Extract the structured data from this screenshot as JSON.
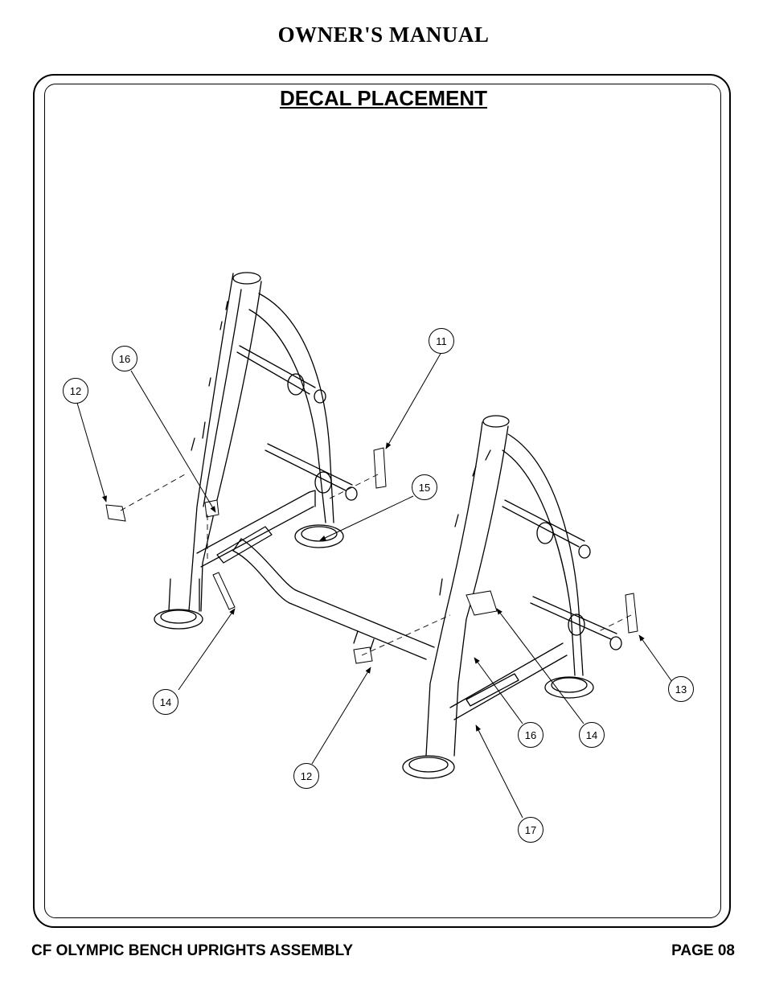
{
  "header": {
    "title": "OWNER'S MANUAL"
  },
  "section": {
    "title": "DECAL PLACEMENT"
  },
  "diagram": {
    "callouts": [
      "11",
      "12",
      "12",
      "13",
      "14",
      "14",
      "15",
      "16",
      "16",
      "17"
    ]
  },
  "footer": {
    "left": "CF OLYMPIC BENCH UPRIGHTS ASSEMBLY",
    "right": "PAGE 08"
  }
}
